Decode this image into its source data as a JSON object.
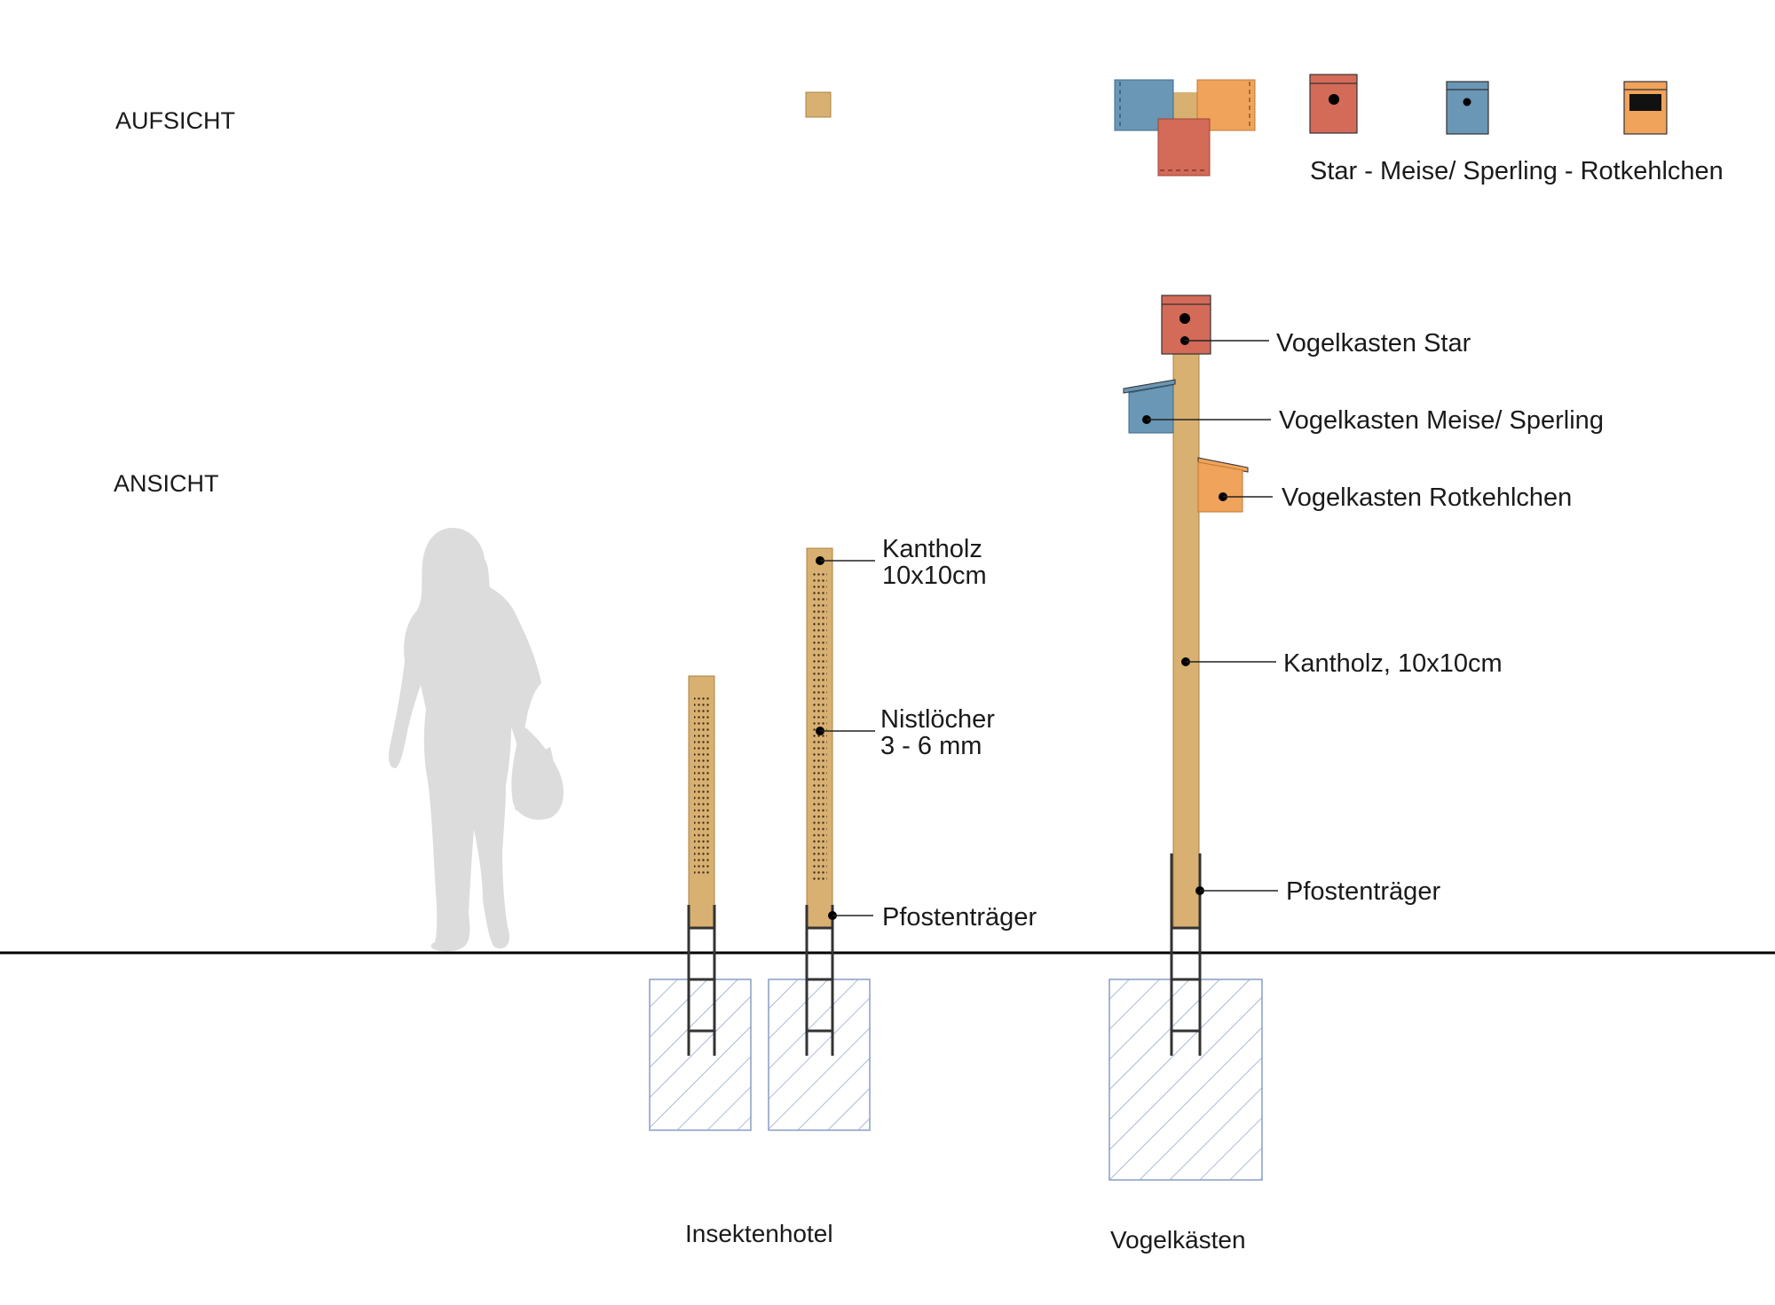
{
  "sections": {
    "top_view": "AUFSICHT",
    "elevation": "ANSICHT"
  },
  "legend": {
    "species_row": "Star - Meise/ Sperling - Rotkehlchen"
  },
  "labels": {
    "star_box": "Vogelkasten Star",
    "tit_box": "Vogelkasten Meise/ Sperling",
    "robin_box": "Vogelkasten Rotkehlchen",
    "post_bird": "Kantholz, 10x10cm",
    "post_carrier_bird": "Pfostenträger",
    "insect_post_line1": "Kantholz",
    "insect_post_line2": "10x10cm",
    "holes_line1": "Nistlöcher",
    "holes_line2": "3 - 6 mm",
    "post_carrier_insect": "Pfostenträger"
  },
  "captions": {
    "insect_hotel": "Insektenhotel",
    "bird_boxes": "Vogelkästen"
  },
  "colors": {
    "wood": "#d8b071",
    "star_red": "#d46a58",
    "tit_blue": "#6a97b5",
    "robin_orange": "#f0a35a",
    "silhouette": "#dcdcdc",
    "hatch": "#8fa3c8",
    "ground": "#000000"
  }
}
